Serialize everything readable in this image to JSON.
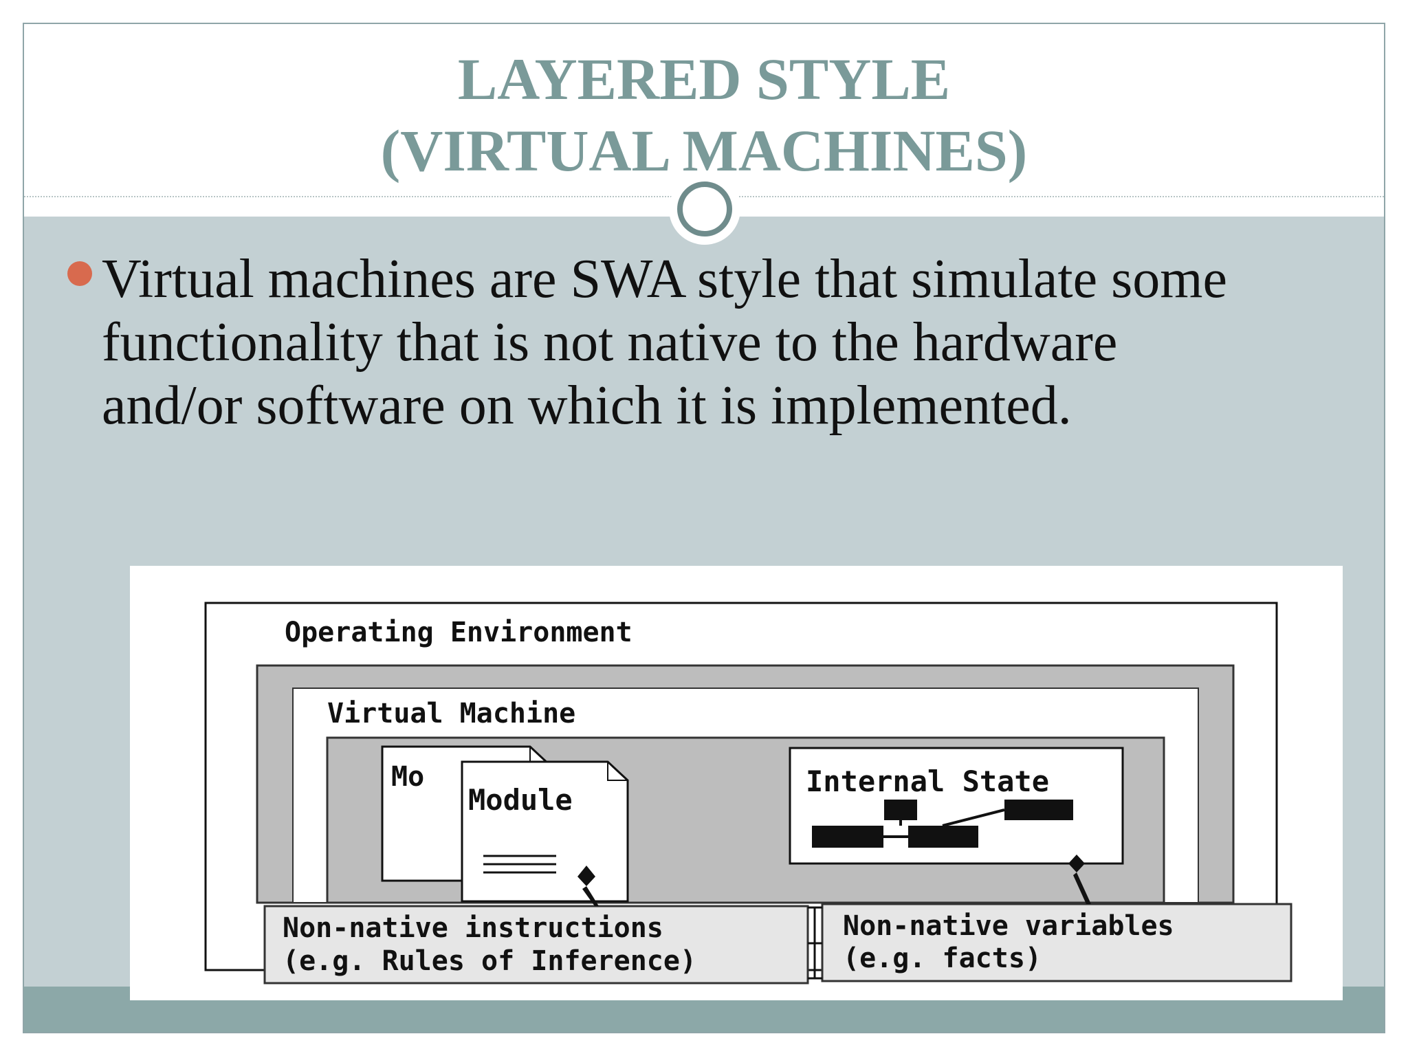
{
  "slide": {
    "title_line1": "LAYERED STYLE",
    "title_line2": "(VIRTUAL MACHINES)",
    "bullet_lines": [
      "Virtual machines are SWA style that simulate some",
      "functionality that is not native to the hardware",
      "and/or software on which it is implemented."
    ]
  },
  "diagram": {
    "operating_environment_label": "Operating Environment",
    "virtual_machine_label": "Virtual Machine",
    "module_back_label": "Mo",
    "module_front_label": "Module",
    "internal_state_label": "Internal State",
    "instructions_line1": "Non-native instructions",
    "instructions_line2": "(e.g. Rules of Inference)",
    "variables_line1": "Non-native variables",
    "variables_line2": "(e.g. facts)"
  },
  "colors": {
    "title": "#7a9a99",
    "content_band": "#c3d0d3",
    "footer_band": "#8ca8a8",
    "bullet": "#d86a4e",
    "ring": "#6f8c8c"
  }
}
